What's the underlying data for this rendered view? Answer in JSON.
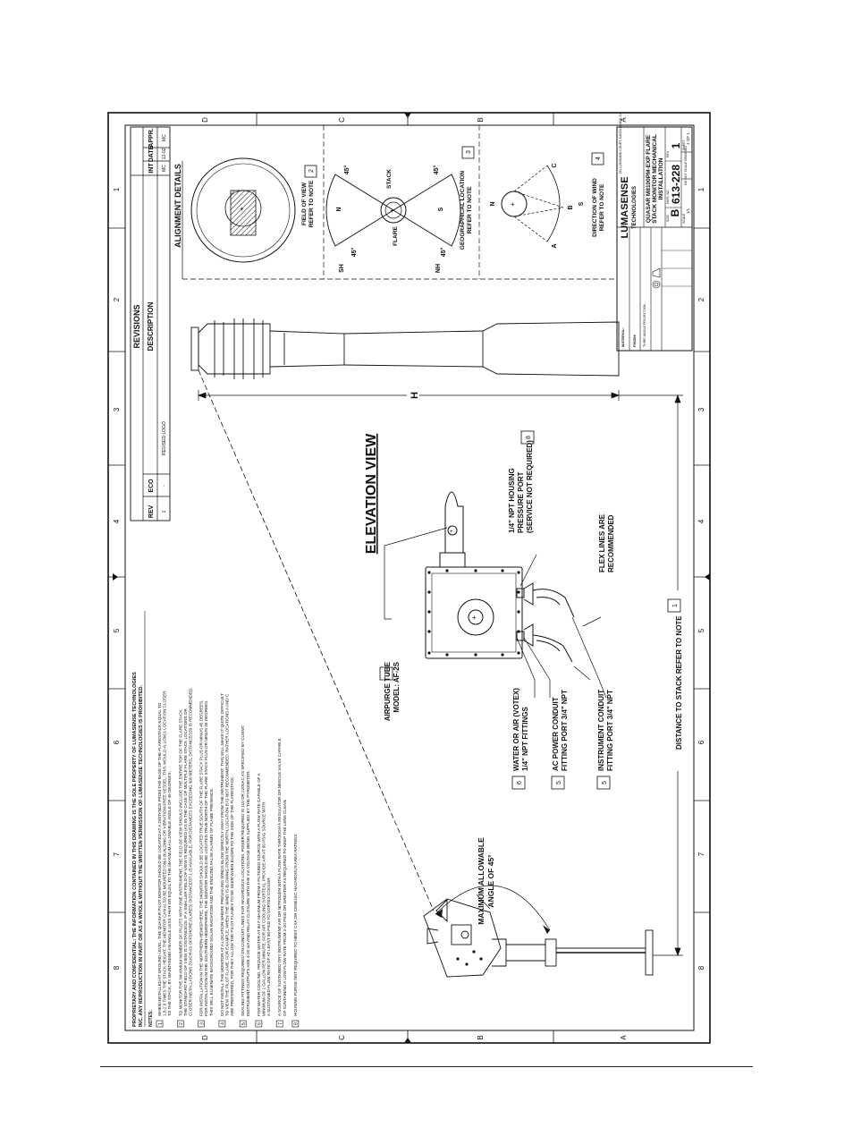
{
  "border": {
    "row_letters": [
      "D",
      "C",
      "B",
      "A"
    ],
    "col_numbers": [
      "8",
      "7",
      "6",
      "5",
      "4",
      "3",
      "2",
      "1"
    ]
  },
  "proprietary": [
    "PROPRIETARY AND CONFIDENTIAL: THE INFORMATION CONTAINED IN THIS DRAWING IS THE SOLE PROPERTY OF LUMASENSE TECHNOLOGIES",
    "INC. ANY REPRODUCTION IN PART OR AS A WHOLE WITHOUT THE WRITTEN PERMISSION OF LUMASENSE TECHNOLOGIES IS PROHIBITED."
  ],
  "notes_heading": "NOTES:",
  "notes": [
    {
      "num": "1",
      "lines": [
        "WHEN INSTALLED AT GROUND LEVEL, THE QUASAR PILOT MONITOR SHOULD BE LOCATED AT A DISTANCE FROM THE BASE OF THE FLARESTACK EQUAL TO",
        "1.5-2.0 TIMES THE STACK HEIGHT. THE MONITOR CAN ALSO BE MOUNTED ON A BUILDING OR VIBRATION-FREE VESSEL. THIS WOULD ALLOW A LOCATION CLOSER",
        "TO THE STACK, BY MAINTAINING AN ANGLE LESS THAN OR EQUAL TO THE MAXIMUM ALLOWABLE ANGLE OF 45 DEGREES."
      ]
    },
    {
      "num": "2",
      "lines": [
        "TO MONITOR THE MAXIMUM NUMBER OF PILOTS WITH ONE INSTRUMENT, THE FIELD OF VIEW SHOULD INCLUDE THE ENTIRE TOP OF THE FLARE STACK.",
        "THE STANDARD FIELD OF VIEW IS DISTANCE/20. IF A SMALLER FIELD OF VIEW IS REQUIRED (AS IN THE CASE OF MULTIPLE FLARE STACK LOCATIONS OR",
        "CLOSER INSTALLATIONS (SUCH AS OFFSHORE FLARES) DISTANCE/37.1 IS AVAILABLE. FOR DISTANCES EXCEEDING 300 METERS, DISTANCE/150 IS RECOMMENDED."
      ]
    },
    {
      "num": "3",
      "lines": [
        "FOR INSTALLATION IN THE NORTHERN HEMISPHERE, THE MONITOR SHOULD BE LOCATED TRUE SOUTH OF THE FLARE STACK PLUS OR MINUS 45 DEGREES.",
        "FOR INSTALLATION IN THE SOUTHERN HEMISPHERE, THE MONITOR SHOULD BE LOCATED TRUE NORTH OF THE FLARE STACK PLUS OR MINUS 45 DEGREES.",
        "THIS WILL ELIMINATE BACKGROUND SOLAR RADIATION AND THE ENSUING FALSE ALARMS OF FLAME PRESENCE."
      ]
    },
    {
      "num": "4",
      "lines": [
        "DO NOT INSTALL THE MONITOR AT A LOCATION WHERE PREVAILING WINDS BLOW DIRECTLY AWAY FROM THE INSTRUMENT. THIS WILL MAKE IT QUITE DIFFICULT",
        "TO VIEW THE PILOT FLAME. FOR EXAMPLE, WHEN THE WIND IS BLOWING FROM THE NORTH, LOCATION B IS NOT RECOMMENDED. RATHER LOCATIONS A AND C",
        "ARE PREFERRED, FOR THEY ALLOW THE PILOT FLAMES TO BE SEEN WHEN BLOWN TO THE SIDE OF THE FLARESTACK."
      ]
    },
    {
      "num": "5",
      "lines": [
        "SEALING FITTINGS REQUIRED ON CONDUIT LINES FOR HAZARDOUS LOCATIONS. POWER REQUIRED IS 110 OR 220VAC AS SPECIFIED BY CLIENT.",
        "INSTRUMENT OUTPUTS ARE 4-20 mA AND RELAY CLOSURE WITH THE mA VOLTAGE BEING SUPPLIED BY THE PYROMETER."
      ]
    },
    {
      "num": "6",
      "lines": [
        "FOR WATER COOLING, PROVIDE WATER AT 60 F MAXIMUM FROM A FILTERED SOURCE WITH A FLOW RATE CAPABLE OF A",
        "MINIMUM OF 1 GALLON PER MINUTE. FOR AIR COOLING (VORTEX), PROVIDE AIR AT 80 PSIG SOURCE WITH",
        "A SUSTAINED FLOW RATE OF AT LEAST 90 PSIG TO VORTEX COOLER."
      ]
    },
    {
      "num": "7",
      "lines": [
        "A SOURCE OF SUSTAINED DRY INSTRUMENT AIR OR NITROGEN WITH A FLOW RATE THROUGH A REGULATOR OR NEEDLE VALVE CAPABLE",
        "OF SUSTAINING A LOW FLOW RATE FROM 2-20 PSIG OR GREATER AS REQUIRED TO KEEP THE LENS CLEAN."
      ]
    },
    {
      "num": "8",
      "lines": [
        "HOUSING PURGE NOT REQUIRED TO MEET CSA OR CENELEC HAZARDOUS AREA RATINGS."
      ]
    }
  ],
  "revisions": {
    "title": "REVISIONS",
    "headers": {
      "rev": "REV",
      "eco": "ECO",
      "desc": "DESCRIPTION",
      "init": "INT",
      "date": "DATE",
      "appr": "APPR."
    },
    "rows": [
      {
        "rev": "1",
        "eco": "-",
        "desc": "REVISED LOGO",
        "init": "MC",
        "date": "12-02",
        "appr": "MC"
      }
    ]
  },
  "alignment": {
    "title": "ALIGNMENT DETAILS",
    "fov_label": [
      "FIELD OF VIEW",
      "REFER TO NOTE"
    ],
    "fov_num": "2",
    "geo_label": [
      "GEOGRAPHICAL LOCATION",
      "REFER TO NOTE"
    ],
    "geo_num": "3",
    "wind_label": [
      "DIRECTION OF WIND",
      "REFER TO NOTE"
    ],
    "wind_num": "4",
    "geo": {
      "n": "N",
      "s": "S",
      "sh": "SH",
      "nh": "NH",
      "d45": "45°",
      "stack": "STACK",
      "flare": "FLARE"
    },
    "wind": {
      "n": "N",
      "s": "S",
      "a": "A",
      "b": "B",
      "c": "C"
    }
  },
  "elevation": {
    "title": "ELEVATION VIEW",
    "h_label": "H",
    "angle_label": [
      "MAXIMUM ALLOWABLE",
      "ANGLE OF 45°"
    ],
    "distance_label": "DISTANCE TO STACK REFER TO NOTE",
    "distance_num": "1",
    "airpurge": {
      "num": "7",
      "lines": [
        "AIRPURGE TUBE",
        "MODEL: AF-2S"
      ]
    },
    "water": {
      "num": "6",
      "lines": [
        "WATER OR AIR (VOTEX)",
        "1/4\" NPT FITTINGS"
      ]
    },
    "ac_power": {
      "num": "5",
      "lines": [
        "AC POWER CONDUIT",
        "FITTING PORT 3/4\" NPT"
      ]
    },
    "instrument": {
      "num": "5",
      "lines": [
        "INSTRUMENT CONDUIT",
        "FITTING PORT 3/4\" NPT"
      ]
    },
    "npt_housing": {
      "num": "8",
      "lines": [
        "1/4\" NPT HOUSING",
        "PRESSURE PORT",
        "(SERVICE NOT REQUIRED)"
      ]
    },
    "flex": [
      "FLEX LINES ARE",
      "RECOMMENDED"
    ]
  },
  "title_block": {
    "company_line1": "LUMASENSE",
    "company_line2": "TECHNOLOGIES",
    "address": "3301 LEONARD COURT, SANTA CLARA, CA",
    "title_lines": [
      "QUASAR M8100PM-EXP FLARE",
      "STACK MONITOR MECHANICAL",
      "INSTALLATION"
    ],
    "size": "B",
    "dwg_no": "613-228",
    "rev": "1",
    "scale": "1/1",
    "sheet": "1 OF 1",
    "projection": "THIRD ANGLE PROJECTION",
    "material_label": "MATERIAL:",
    "finish_label": "FINISH:",
    "do_not_scale": "DO NOT SCALE DRAWING",
    "size_label": "SIZE",
    "dwg_label": "DWG. NO.",
    "rev_label": "REV",
    "scale_label": "SCALE",
    "sheet_label": "SHEET"
  }
}
